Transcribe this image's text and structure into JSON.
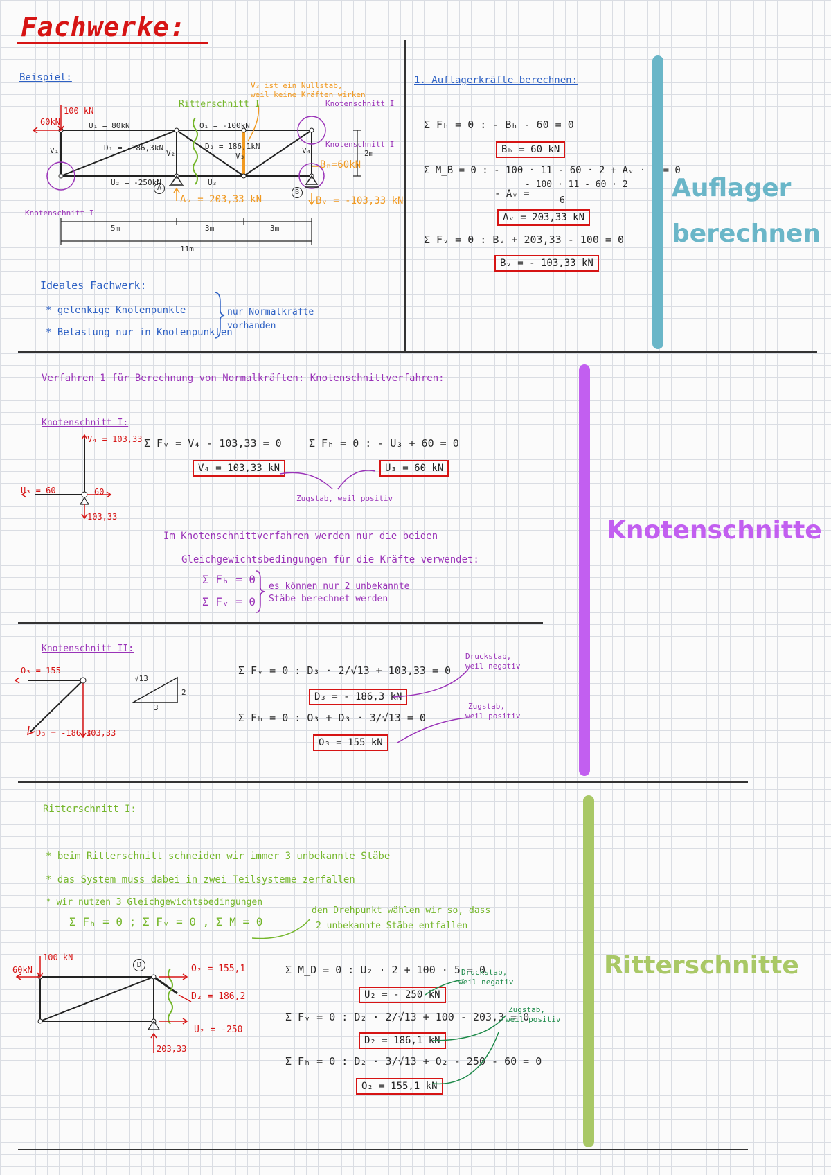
{
  "title": "Fachwerke:",
  "section1": {
    "beispiel": "Beispiel:",
    "ritterschnitt_label": "Ritterschnitt I",
    "note_v3": "V₃ ist ein Nullstab,",
    "note_v3_2": "weil keine Kräften wirken",
    "knotenschnitt_top": "Knotenschnitt I",
    "knotenschnitt_right": "Knotenschnitt I",
    "knotenschnitt_left": "Knotenschnitt I",
    "load_100": "100 kN",
    "load_60": "60kN",
    "av": "Aᵥ = 203,33 kN",
    "bh": "Bₕ=60kN",
    "bv": "Bᵥ = -103,33 kN",
    "label_A": "A",
    "label_B": "B",
    "dim_5": "5m",
    "dim_3a": "3m",
    "dim_3b": "3m",
    "dim_11": "11m",
    "dim_2": "2m",
    "u1": "U₁ = 80kN",
    "o1": "O₁ = -100kN",
    "d1": "D₁ = -186,3kN",
    "u2": "U₂ = -250kN",
    "d2": "D₂ = 186,1kN",
    "u3": "U₃",
    "v3": "V₃",
    "v4": "V₄",
    "v2": "V₂",
    "v1": "V₁",
    "ideal_title": "Ideales Fachwerk:",
    "ideal_1": "* gelenkige Knotenpunkte",
    "ideal_2": "* Belastung nur in Knotenpunkten",
    "ideal_note_1": "nur Normalkräfte",
    "ideal_note_2": "vorhanden"
  },
  "auflager": {
    "heading": "1. Auflagerkräfte berechnen:",
    "eq1": "Σ Fₕ = 0 :  - Bₕ - 60 = 0",
    "box1": "Bₕ = 60 kN",
    "eq2": "Σ M_B = 0 :  - 100 · 11 - 60 · 2 + Aᵥ · 6 = 0",
    "eq3": "- Aᵥ =",
    "eq3_num": "- 100 · 11 - 60 · 2",
    "eq3_den": "6",
    "box2": "Aᵥ = 203,33 kN",
    "eq4": "Σ Fᵥ = 0 :  Bᵥ + 203,33 - 100 = 0",
    "box3": "Bᵥ = - 103,33 kN",
    "side": [
      "Auflager",
      "berechnen"
    ]
  },
  "knoten": {
    "heading": "Verfahren 1 für Berechnung von Normalkräften: Knotenschnittverfahren:",
    "k1_title": "Knotenschnitt I:",
    "k1_v4": "V₄ = 103,33",
    "k1_u3": "U₃ = 60",
    "k1_60": "60",
    "k1_103": "103,33",
    "k1_eq1": "Σ Fᵥ = V₄ - 103,33 = 0",
    "k1_box1": "V₄ = 103,33 kN",
    "k1_eq2": "Σ Fₕ = 0 :  - U₃ + 60 = 0",
    "k1_box2": "U₃ = 60 kN",
    "k1_note": "Zugstab, weil positiv",
    "k1_text1": "Im Knotenschnittverfahren werden nur die beiden",
    "k1_text2": "Gleichgewichtsbedingungen für die Kräfte verwendet:",
    "k1_sum1": "Σ Fₕ = 0",
    "k1_sum2": "Σ Fᵥ = 0",
    "k1_brace1": "es können nur 2 unbekannte",
    "k1_brace2": "Stäbe berechnet werden",
    "k2_title": "Knotenschnitt II:",
    "k2_o3": "O₃ = 155",
    "k2_d3": "D₃ = -186,3",
    "k2_103": "103,33",
    "k2_tri_h": "√13",
    "k2_tri_2": "2",
    "k2_tri_3": "3",
    "k2_eq1": "Σ Fᵥ = 0 :  D₃ · 2/√13 + 103,33 = 0",
    "k2_box1": "D₃ = - 186,3 kN",
    "k2_eq2": "Σ Fₕ = 0 :  O₃ + D₃ · 3/√13 = 0",
    "k2_box2": "O₃ = 155 kN",
    "k2_note1a": "Druckstab,",
    "k2_note1b": "weil negativ",
    "k2_note2a": "Zugstab,",
    "k2_note2b": "weil positiv",
    "side": "Knotenschnitte"
  },
  "ritter": {
    "title": "Ritterschnitt I:",
    "b1": "* beim Ritterschnitt schneiden wir immer 3 unbekannte Stäbe",
    "b2": "* das System muss dabei in zwei Teilsysteme zerfallen",
    "b3": "* wir nutzen 3 Gleichgewichtsbedingungen",
    "sums": "Σ Fₕ = 0  ;  Σ Fᵥ = 0  ,  Σ M = 0",
    "pivot_note1": "den Drehpunkt wählen wir so, dass",
    "pivot_note2": "2 unbekannte Stäbe entfallen",
    "load_100": "100 kN",
    "load_60": "60kN",
    "label_D": "D",
    "o2": "O₂ = 155,1",
    "d2": "D₂ = 186,2",
    "u2": "U₂ = -250",
    "r203": "203,33",
    "eq1": "Σ M_D = 0 :  U₂ · 2 + 100 · 5 = 0",
    "box1": "U₂ = - 250 kN",
    "eq2": "Σ Fᵥ = 0 :  D₂ · 2/√13 + 100 - 203,3 = 0",
    "box2": "D₂ = 186,1 kN",
    "eq3": "Σ Fₕ = 0 :  D₂ · 3/√13 + O₂ - 250 - 60 = 0",
    "box3": "O₂ = 155,1 kN",
    "note1a": "Druckstab,",
    "note1b": "weil negativ",
    "note2a": "Zugstab,",
    "note2b": "weil positiv",
    "side": "Ritterschnitte"
  }
}
